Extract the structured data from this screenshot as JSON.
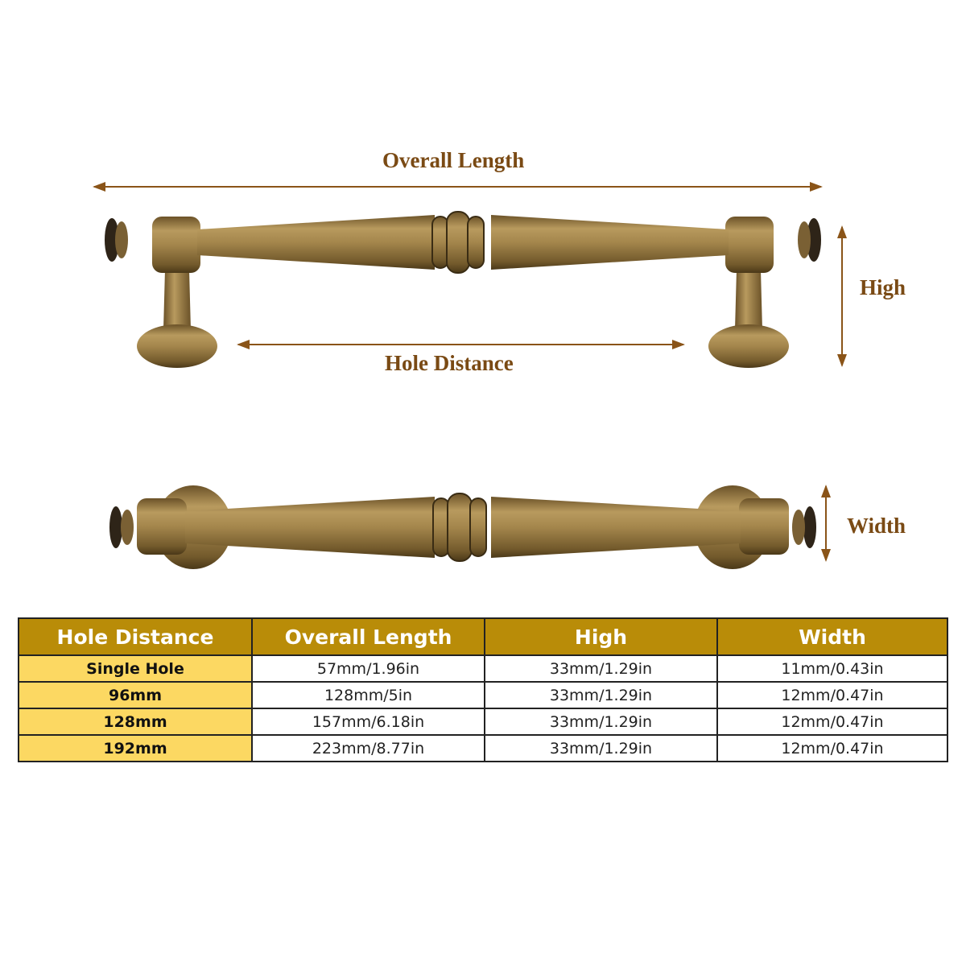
{
  "diagram": {
    "labels": {
      "overall_length": "Overall Length",
      "hole_distance": "Hole Distance",
      "high": "High",
      "width": "Width"
    },
    "colors": {
      "label_brown": "#7a4a14",
      "arrow_brown": "#8a5418",
      "handle_bronze": "#9c7c44",
      "header_gold": "#b98c08",
      "first_col_yellow": "#fcd862"
    }
  },
  "table": {
    "headers": [
      "Hole Distance",
      "Overall Length",
      "High",
      "Width"
    ],
    "rows": [
      [
        "Single Hole",
        "57mm/1.96in",
        "33mm/1.29in",
        "11mm/0.43in"
      ],
      [
        "96mm",
        "128mm/5in",
        "33mm/1.29in",
        "12mm/0.47in"
      ],
      [
        "128mm",
        "157mm/6.18in",
        "33mm/1.29in",
        "12mm/0.47in"
      ],
      [
        "192mm",
        "223mm/8.77in",
        "33mm/1.29in",
        "12mm/0.47in"
      ]
    ]
  }
}
